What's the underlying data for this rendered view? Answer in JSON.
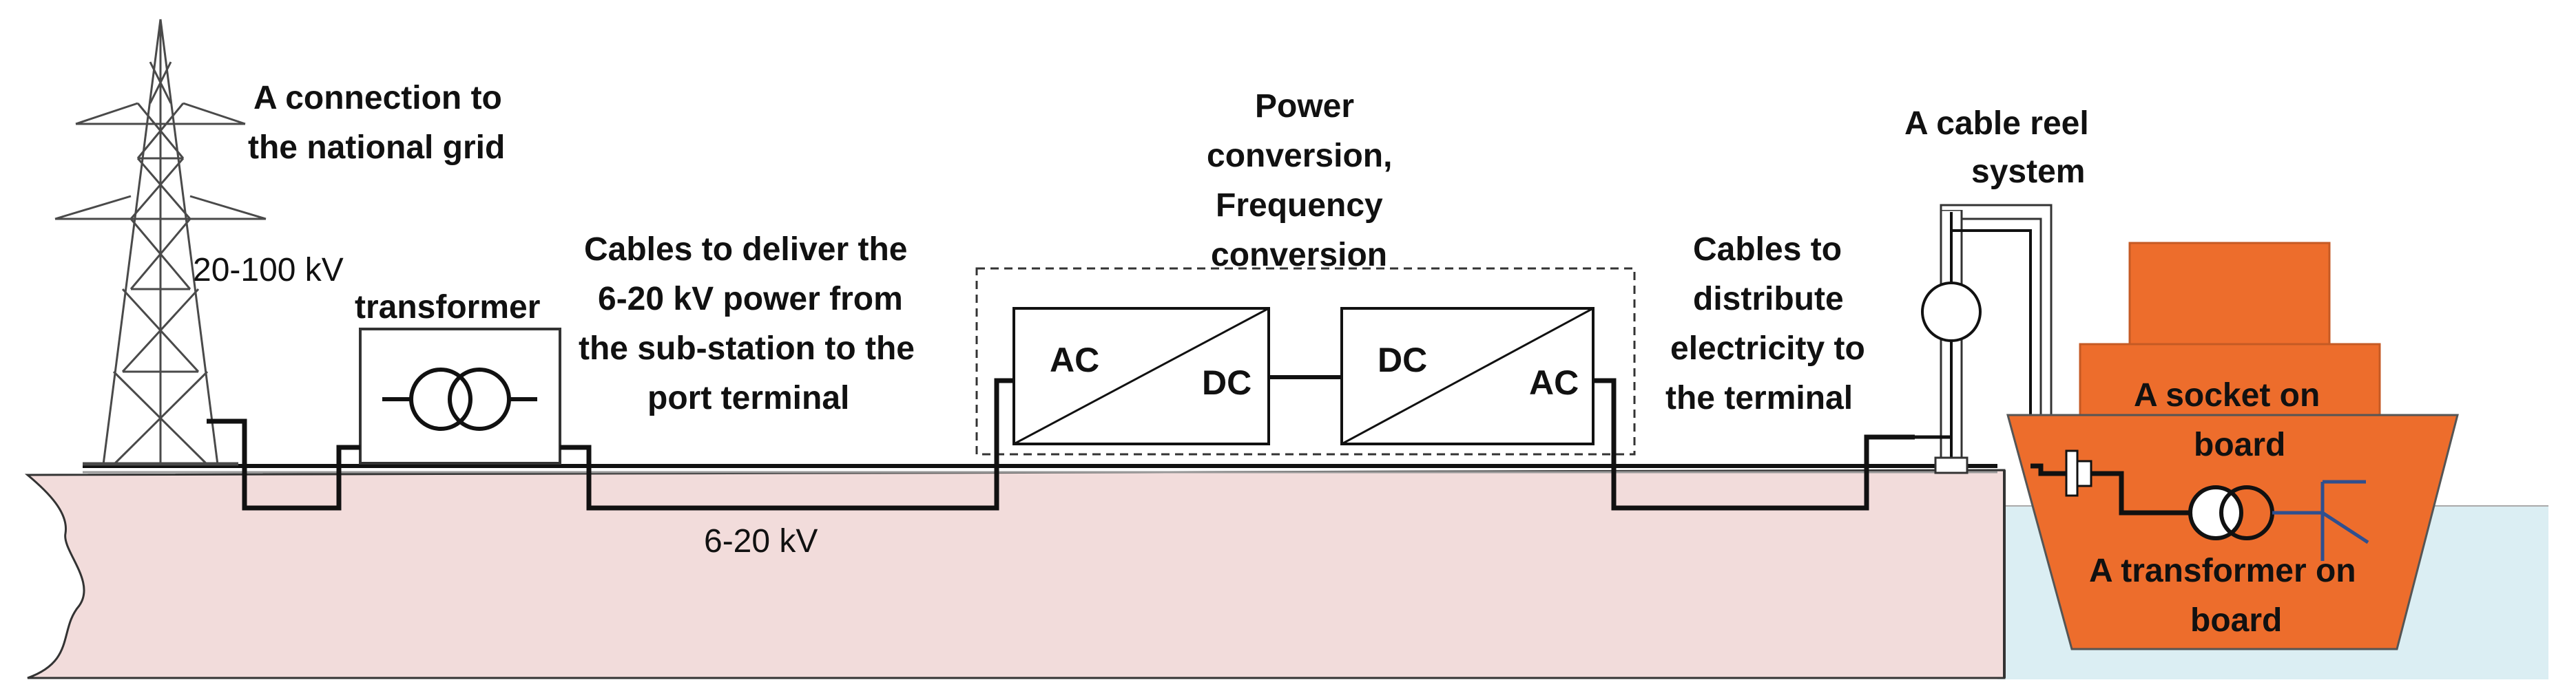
{
  "labels": {
    "grid_line1": "A connection to",
    "grid_line2": "the national grid",
    "grid_voltage": "20-100 kV",
    "transformer": "transformer",
    "cables_line1": "Cables to deliver the",
    "cables_line2": "6-20 kV power from",
    "cables_line3": "the sub-station to the",
    "cables_line4": "port terminal",
    "cable_voltage": "6-20 kV",
    "power_line1": "Power",
    "power_line2": "conversion,",
    "power_line3": "Frequency",
    "power_line4": "conversion",
    "distribute_line1": "Cables to",
    "distribute_line2": "distribute",
    "distribute_line3": "electricity to",
    "distribute_line4": "the terminal",
    "reel_line1": "A cable reel",
    "reel_line2": "system",
    "socket_line1": "A socket on",
    "socket_line2": "board",
    "ship_transformer_line1": "A transformer on",
    "ship_transformer_line2": "board"
  },
  "converters": {
    "first": {
      "left": "AC",
      "right": "DC"
    },
    "second": {
      "left": "DC",
      "right": "AC"
    }
  },
  "colors": {
    "land": "#f2dcdb",
    "water": "#dbeef3",
    "ship": "#ed6d2c",
    "ship_outline": "#c55a24",
    "line": "#111111",
    "onboard_wire": "#2f4f8f"
  }
}
